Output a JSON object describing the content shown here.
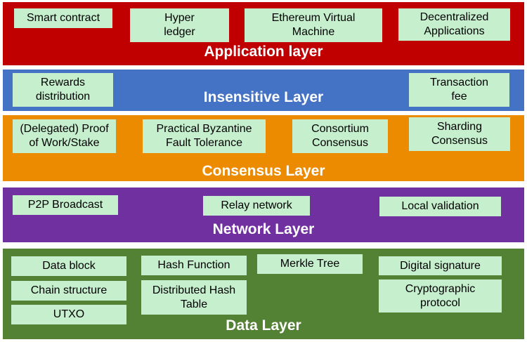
{
  "layers": {
    "application": {
      "title": "Application layer",
      "items": [
        "Smart contract",
        "Hyper\nledger",
        "Ethereum Virtual\nMachine",
        "Decentralized\nApplications"
      ],
      "color": "#c00000"
    },
    "incentive": {
      "title": "Insensitive Layer",
      "items": [
        "Rewards\ndistribution",
        "Transaction\nfee"
      ],
      "color": "#4472c4"
    },
    "consensus": {
      "title": "Consensus Layer",
      "items": [
        "(Delegated) Proof\nof Work/Stake",
        "Practical Byzantine\nFault Tolerance",
        "Consortium\nConsensus",
        "Sharding\nConsensus"
      ],
      "color": "#ed8b00"
    },
    "network": {
      "title": "Network Layer",
      "items": [
        "P2P Broadcast",
        "Relay network",
        "Local validation"
      ],
      "color": "#7030a0"
    },
    "data": {
      "title": "Data Layer",
      "items": [
        "Data block",
        "Chain structure",
        "UTXO",
        "Hash Function",
        "Distributed Hash\nTable",
        "Merkle Tree",
        "Digital signature",
        "Cryptographic\nprotocol"
      ],
      "color": "#548235"
    }
  },
  "box_color": "#c6efce"
}
